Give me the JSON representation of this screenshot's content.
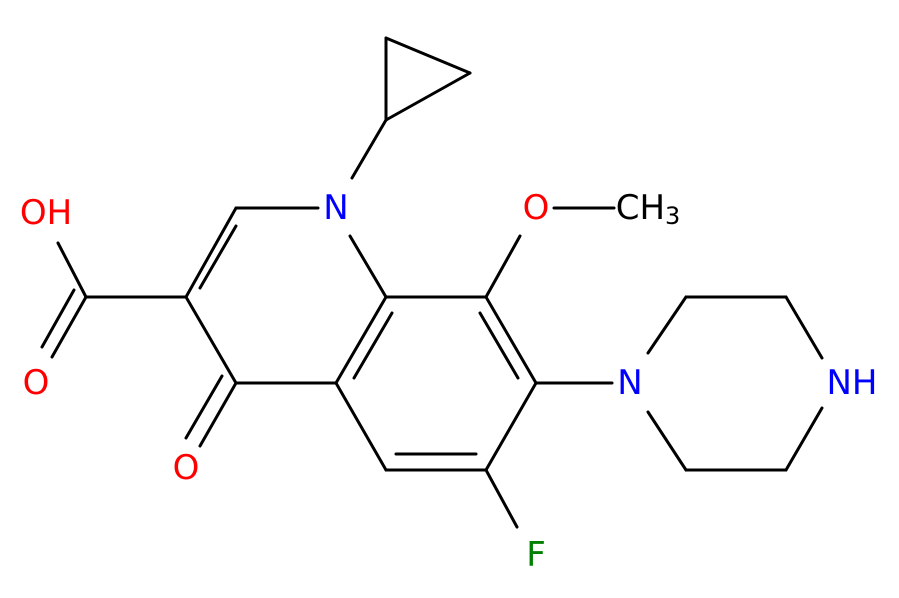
{
  "molecule": {
    "atom_labels": {
      "n1": "N",
      "oh": "OH",
      "o_acid": "O",
      "o_keto": "O",
      "f": "F",
      "o_methoxy": "O",
      "ch3": "CH",
      "ch3_sub": "3",
      "n_pip": "N",
      "nh": "NH"
    },
    "colors": {
      "bond": "#000000",
      "nitrogen": "#0000ff",
      "oxygen": "#ff0000",
      "fluorine": "#008000",
      "carbon": "#000000"
    }
  }
}
